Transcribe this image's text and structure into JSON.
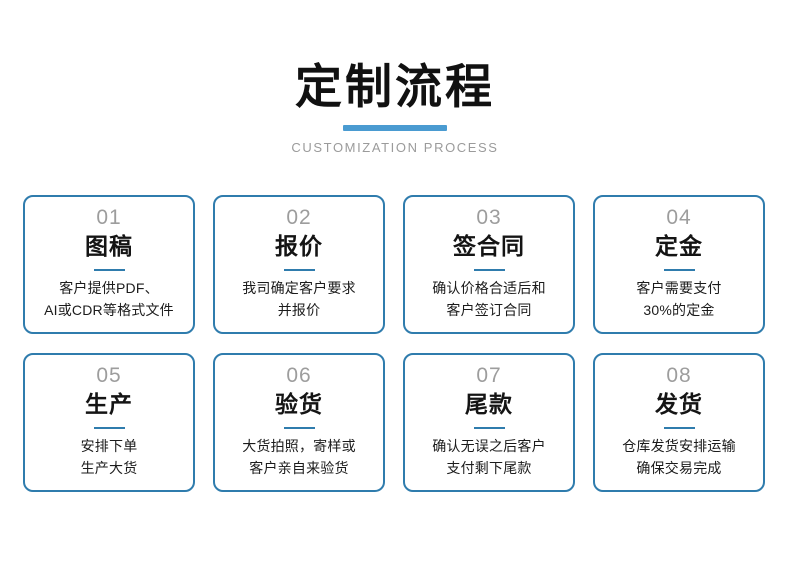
{
  "header": {
    "title": "定制流程",
    "subtitle": "CUSTOMIZATION PROCESS",
    "accent_color": "#4a9bd1",
    "title_color": "#111111",
    "subtitle_color": "#9b9b9b"
  },
  "theme": {
    "background": "#ffffff",
    "card_border_color": "#2f7cad",
    "card_number_color": "#9d9d9d",
    "card_title_color": "#141414",
    "card_desc_color": "#1b1b1b",
    "card_rule_color": "#2f7cad"
  },
  "steps": [
    {
      "number": "01",
      "title": "图稿",
      "desc_lines": [
        "客户提供PDF、",
        "AI或CDR等格式文件"
      ]
    },
    {
      "number": "02",
      "title": "报价",
      "desc_lines": [
        "我司确定客户要求",
        "并报价"
      ]
    },
    {
      "number": "03",
      "title": "签合同",
      "desc_lines": [
        "确认价格合适后和",
        "客户签订合同"
      ]
    },
    {
      "number": "04",
      "title": "定金",
      "desc_lines": [
        "客户需要支付",
        "30%的定金"
      ]
    },
    {
      "number": "05",
      "title": "生产",
      "desc_lines": [
        "安排下单",
        "生产大货"
      ]
    },
    {
      "number": "06",
      "title": "验货",
      "desc_lines": [
        "大货拍照，寄样或",
        "客户亲自来验货"
      ]
    },
    {
      "number": "07",
      "title": "尾款",
      "desc_lines": [
        "确认无误之后客户",
        "支付剩下尾款"
      ]
    },
    {
      "number": "08",
      "title": "发货",
      "desc_lines": [
        "仓库发货安排运输",
        "确保交易完成"
      ]
    }
  ]
}
